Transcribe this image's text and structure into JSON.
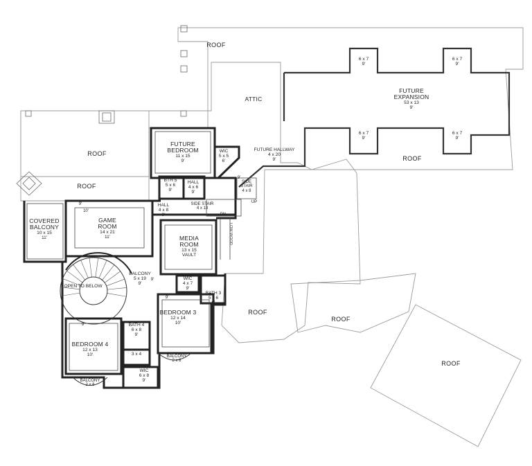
{
  "roof_labels": [
    "ROOF",
    "ROOF",
    "ROOF",
    "ROOF",
    "ROOF",
    "ROOF",
    "ROOF"
  ],
  "rooms": {
    "attic": {
      "name": "ATTIC"
    },
    "future_expansion": {
      "name1": "FUTURE",
      "name2": "EXPANSION",
      "dims": "53 x 13",
      "ceiling": "9'"
    },
    "dormers": [
      {
        "dims": "6 x 7",
        "ceiling": "9'"
      },
      {
        "dims": "6 x 7",
        "ceiling": "9'"
      },
      {
        "dims": "6 x 7",
        "ceiling": "9'"
      },
      {
        "dims": "6 x 7",
        "ceiling": "9'"
      }
    ],
    "future_bedroom": {
      "name1": "FUTURE",
      "name2": "BEDROOM",
      "dims": "11 x 15",
      "ceiling": "9'"
    },
    "wic_top": {
      "name": "WIC",
      "dims": "5 x 5",
      "ceiling": "6'"
    },
    "future_hallway": {
      "name": "FUTURE HALLWAY",
      "dims": "4 x 20",
      "ceiling": "9'"
    },
    "bath5": {
      "name": "BTH 5",
      "dims": "5 x 6",
      "ceiling": "9'"
    },
    "hall_top": {
      "name": "HALL",
      "dims": "4 x 6",
      "ceiling": "9'"
    },
    "side_stair_top": {
      "name1": "SIDE",
      "name2": "STAIR",
      "dims": "4 x 8"
    },
    "hall_mid": {
      "name": "HALL",
      "dims": "4 x 8",
      "ceiling": "9'"
    },
    "side_stair_mid": {
      "name": "SIDE STAIR",
      "dims": "4 x 13"
    },
    "covered_balcony": {
      "name1": "COVERED",
      "name2": "BALCONY",
      "dims": "10 x 15",
      "ceiling": "11'"
    },
    "game_room": {
      "name1": "GAME",
      "name2": "ROOM",
      "dims": "14 x 21",
      "ceiling": "11'"
    },
    "media_room": {
      "name1": "MEDIA",
      "name2": "ROOM",
      "dims": "13 x 15",
      "ceiling": "VAULT"
    },
    "open_to_below": {
      "name": "OPEN TO BELOW"
    },
    "balcony_mid": {
      "name": "BALCONY",
      "dims": "5 x 19",
      "ceiling": "9'"
    },
    "wic_mid": {
      "name": "WIC",
      "dims": "4 x 7",
      "ceiling": "9'"
    },
    "bath3": {
      "name": "BATH 3",
      "dims": "5 x 6",
      "ceiling": "8'"
    },
    "bedroom3": {
      "name": "BEDROOM 3",
      "dims": "12 x 14",
      "ceiling": "10'"
    },
    "bath4": {
      "name": "BATH 4",
      "dims": "6 x 8",
      "ceiling": "9'"
    },
    "closet_small": {
      "dims": "3 x 4"
    },
    "bedroom4": {
      "name": "BEDROOM 4",
      "dims": "12 x 13",
      "ceiling": "10'"
    },
    "wic_bottom": {
      "name": "WIC",
      "dims": "6 x 8",
      "ceiling": "9'"
    },
    "balcony_b3": {
      "name": "BALCONY",
      "dims": "2 x 8"
    },
    "balcony_b4": {
      "name": "BALCONY",
      "dims": "2 x 8"
    }
  },
  "marks": {
    "nine_a": "9'",
    "ten_a": "10'",
    "nine_b": "9'",
    "nine_c": "9'",
    "nine_d": "9'",
    "nine_e": "9'",
    "up": "UP",
    "dn": "DN",
    "low_wood": "LOW WOOD"
  }
}
